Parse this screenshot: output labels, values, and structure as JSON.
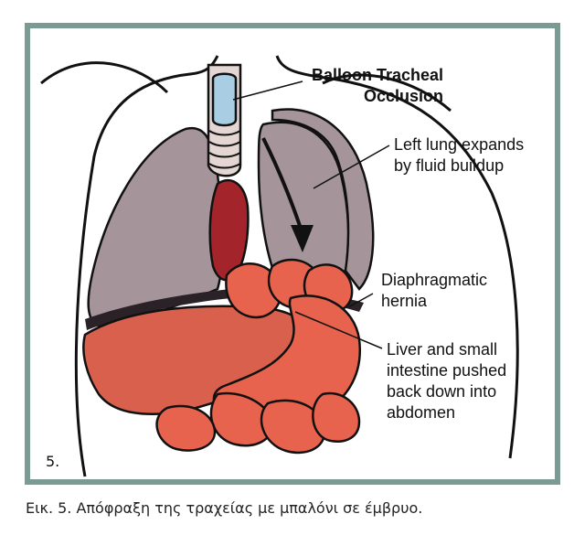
{
  "figure": {
    "number": "5.",
    "labels": {
      "balloon": [
        "Balloon Tracheal",
        "Occlusion"
      ],
      "left_lung": [
        "Left lung expands",
        "by fluid buildup"
      ],
      "hernia": [
        "Diaphragmatic",
        "hernia"
      ],
      "liver": [
        "Liver and small",
        "intestine pushed",
        "back down into",
        "abdomen"
      ]
    }
  },
  "caption": "Εικ. 5. Απόφραξη της τραχείας με μπαλόνι σε έμβρυο.",
  "colors": {
    "frame": "#7a9a94",
    "lung": "#a5959b",
    "heart": "#a3242a",
    "intestine": "#e8634e",
    "liver": "#d9604c",
    "balloon": "#a9cde3",
    "trachea": "#e4d7d3"
  }
}
